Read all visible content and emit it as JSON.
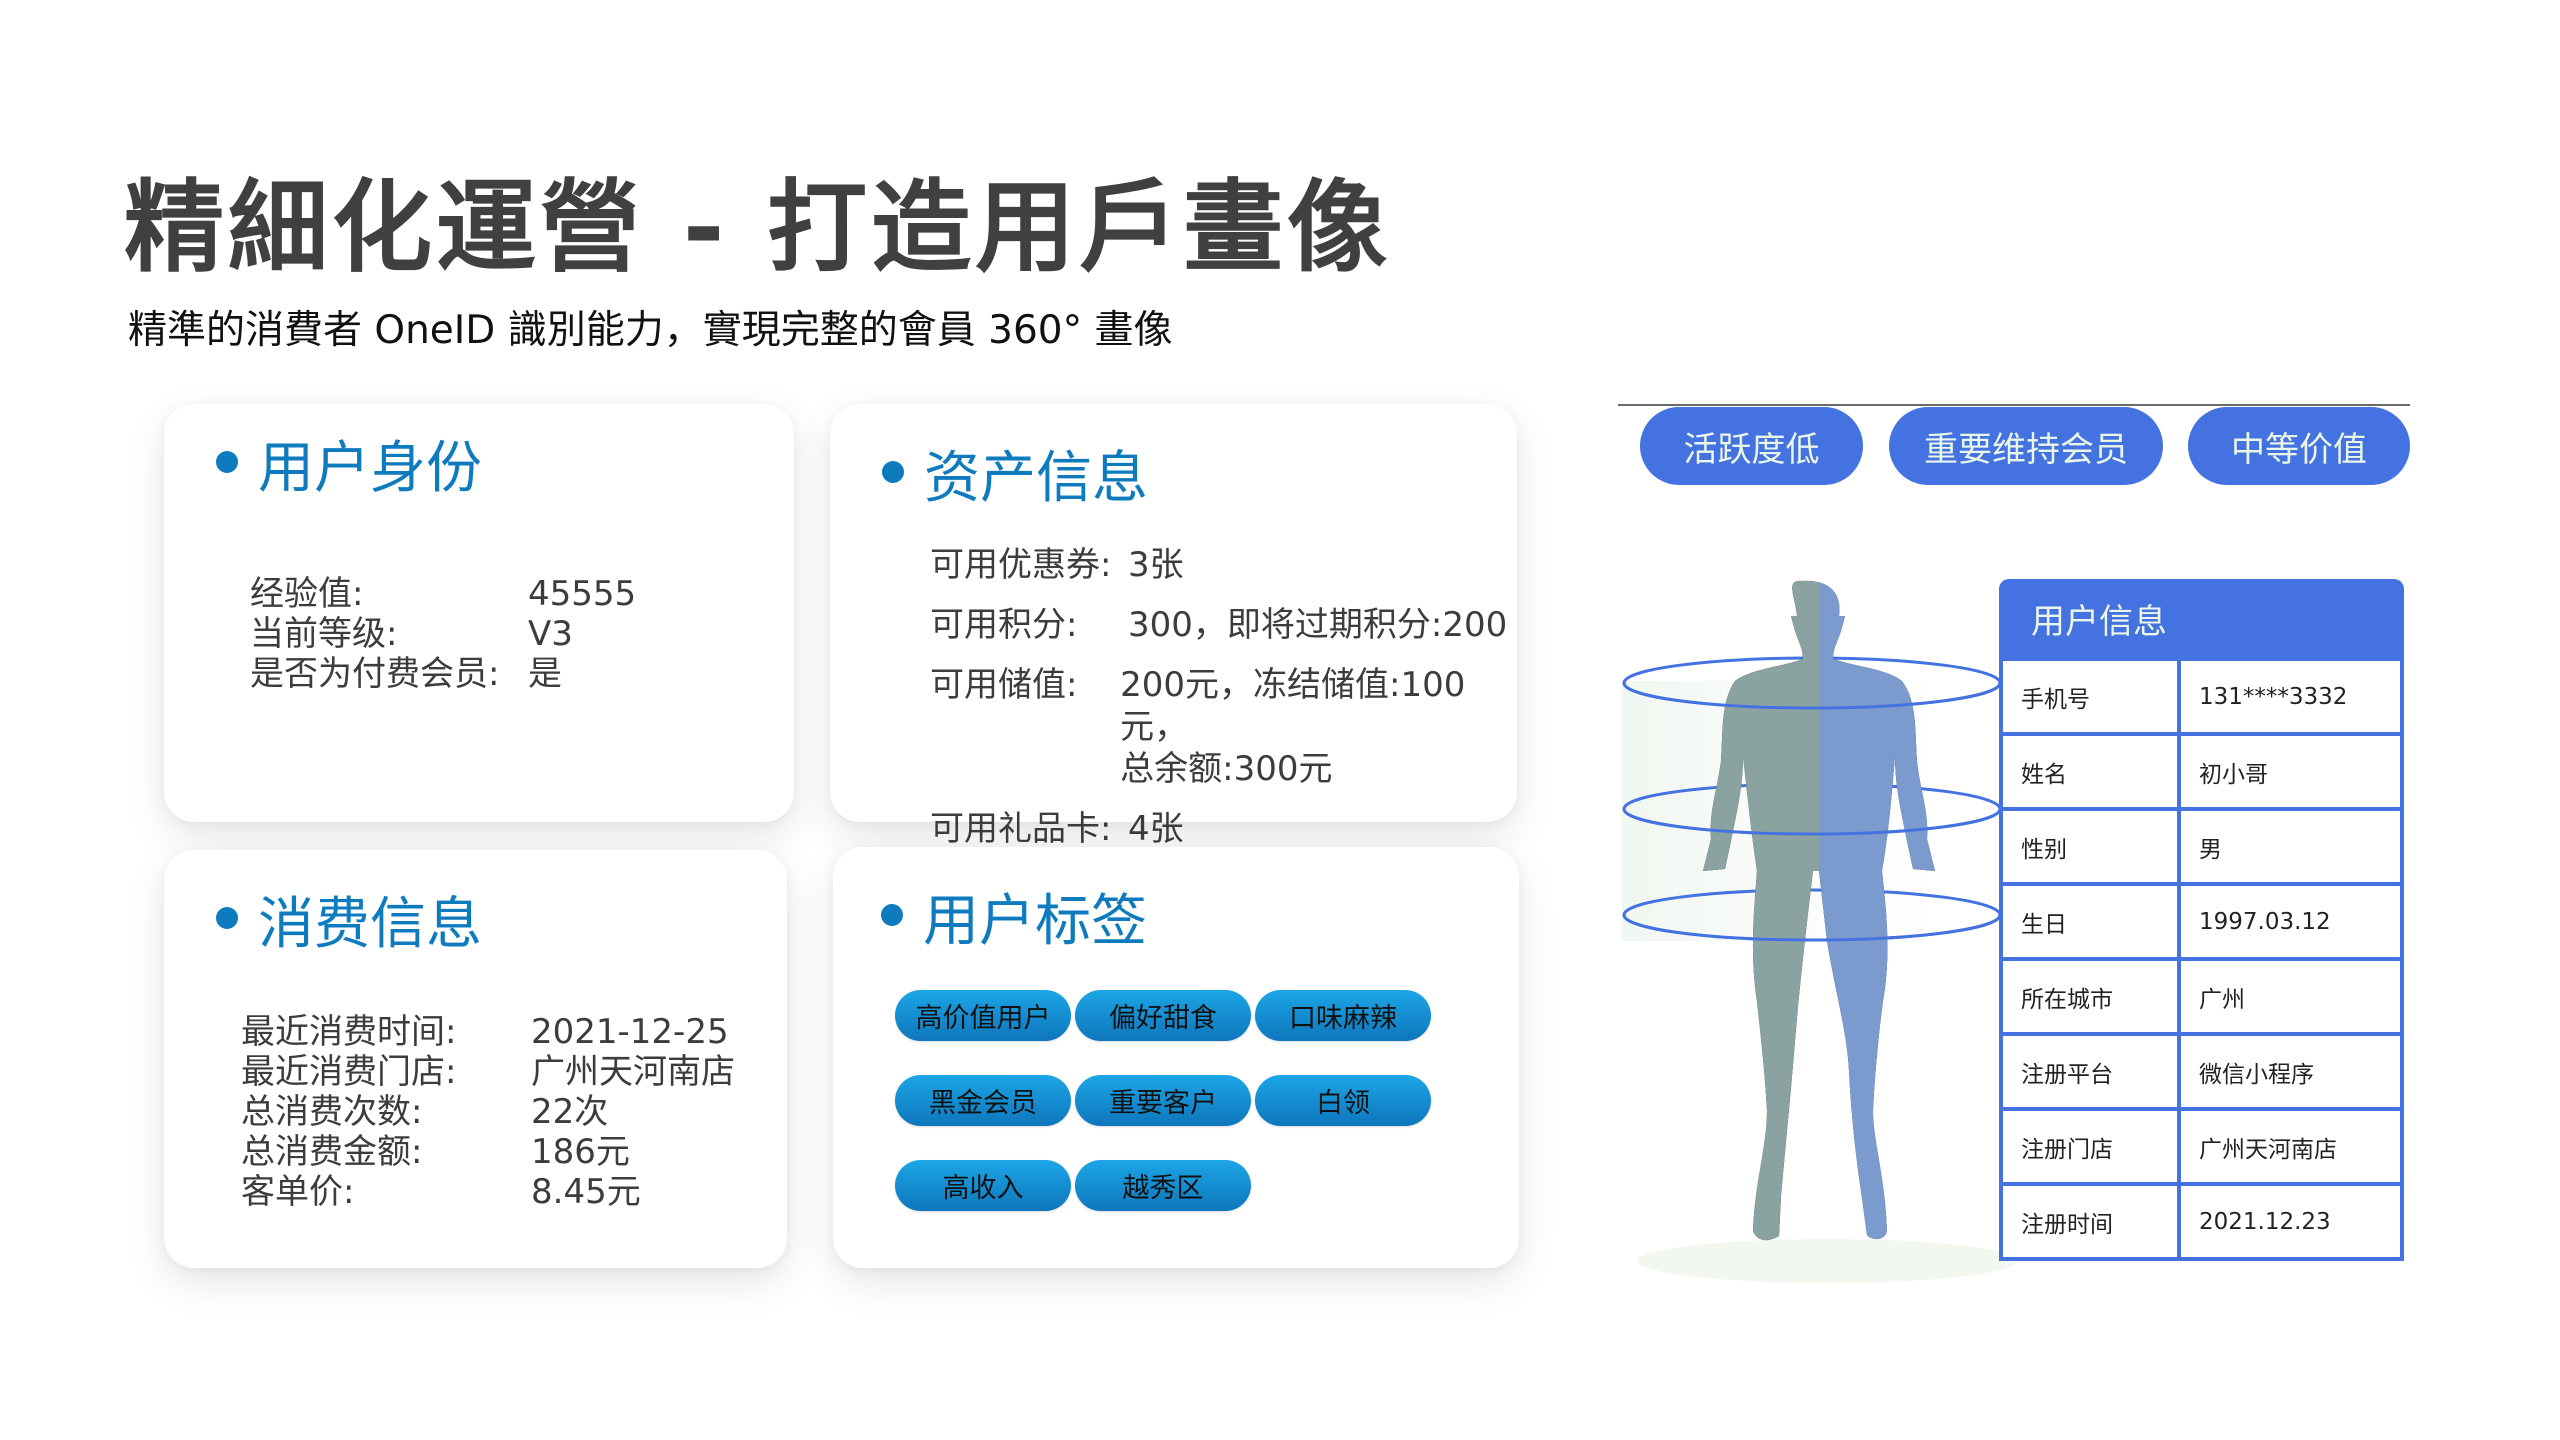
{
  "header": {
    "title": "精細化運營 - 打造用戶畫像",
    "subtitle": "精準的消費者 OneID 識別能力，實現完整的會員 360° 畫像"
  },
  "cards": {
    "identity": {
      "title": "用户身份",
      "rows": [
        {
          "label": "经验值:",
          "value": "45555"
        },
        {
          "label": "当前等级:",
          "value": "V3"
        },
        {
          "label": "是否为付费会员:",
          "value": "是"
        }
      ]
    },
    "assets": {
      "title": "资产信息",
      "rows": [
        {
          "label": "可用优惠券:",
          "value": "3张"
        },
        {
          "label": "可用积分:",
          "value": "300，即将过期积分:200"
        },
        {
          "label": "可用储值:",
          "value": "200元，冻结储值:100元，\n总余额:300元"
        },
        {
          "label": "可用礼品卡:",
          "value": "4张"
        }
      ]
    },
    "consumption": {
      "title": "消费信息",
      "rows": [
        {
          "label": "最近消费时间:",
          "value": "2021-12-25"
        },
        {
          "label": "最近消费门店:",
          "value": "广州天河南店"
        },
        {
          "label": "总消费次数:",
          "value": "22次"
        },
        {
          "label": "总消费金额:",
          "value": "186元"
        },
        {
          "label": "客单价:",
          "value": "8.45元"
        }
      ]
    },
    "tags": {
      "title": "用户标签",
      "rows": [
        [
          "高价值用户",
          "偏好甜食",
          "口味麻辣"
        ],
        [
          "黑金会员",
          "重要客户",
          "白领"
        ],
        [
          "高收入",
          "越秀区"
        ]
      ]
    }
  },
  "portrait": {
    "pills": [
      "活跃度低",
      "重要维持会员",
      "中等价值"
    ],
    "colors": {
      "accent": "#4472E0",
      "figure_left": "#8AA3A0",
      "figure_right": "#7B9BCF",
      "heading": "#0F7BBF"
    },
    "table": {
      "title": "用户信息",
      "rows": [
        {
          "field": "手机号",
          "value": "131****3332"
        },
        {
          "field": "姓名",
          "value": "初小哥"
        },
        {
          "field": "性别",
          "value": "男"
        },
        {
          "field": "生日",
          "value": "1997.03.12"
        },
        {
          "field": "所在城市",
          "value": "广州"
        },
        {
          "field": "注册平台",
          "value": "微信小程序"
        },
        {
          "field": "注册门店",
          "value": "广州天河南店"
        },
        {
          "field": "注册时间",
          "value": "2021.12.23"
        }
      ]
    }
  }
}
